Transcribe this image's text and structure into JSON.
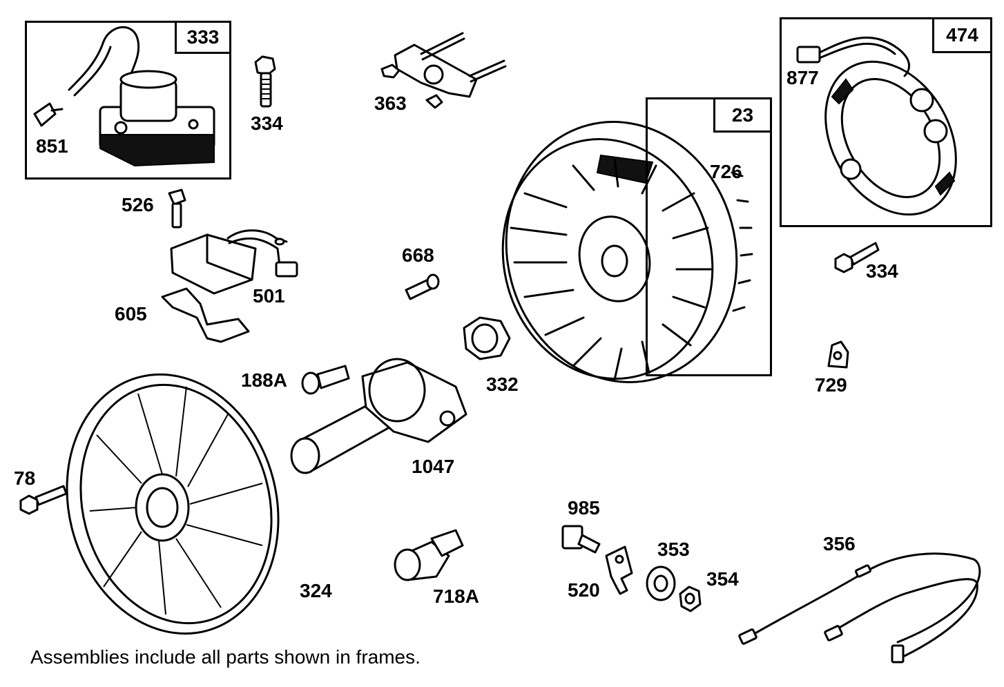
{
  "frames": {
    "ignition_coil": "333",
    "flywheel": "23",
    "alternator": "474"
  },
  "parts": {
    "p851": "851",
    "p334_top": "334",
    "p363": "363",
    "p877": "877",
    "p726": "726",
    "p526": "526",
    "p501": "501",
    "p605": "605",
    "p668": "668",
    "p334_right": "334",
    "p332": "332",
    "p188A": "188A",
    "p729": "729",
    "p1047": "1047",
    "p78": "78",
    "p985": "985",
    "p353": "353",
    "p356": "356",
    "p324": "324",
    "p718A": "718A",
    "p520": "520",
    "p354": "354"
  },
  "footnote": "Assemblies include all parts shown in frames."
}
